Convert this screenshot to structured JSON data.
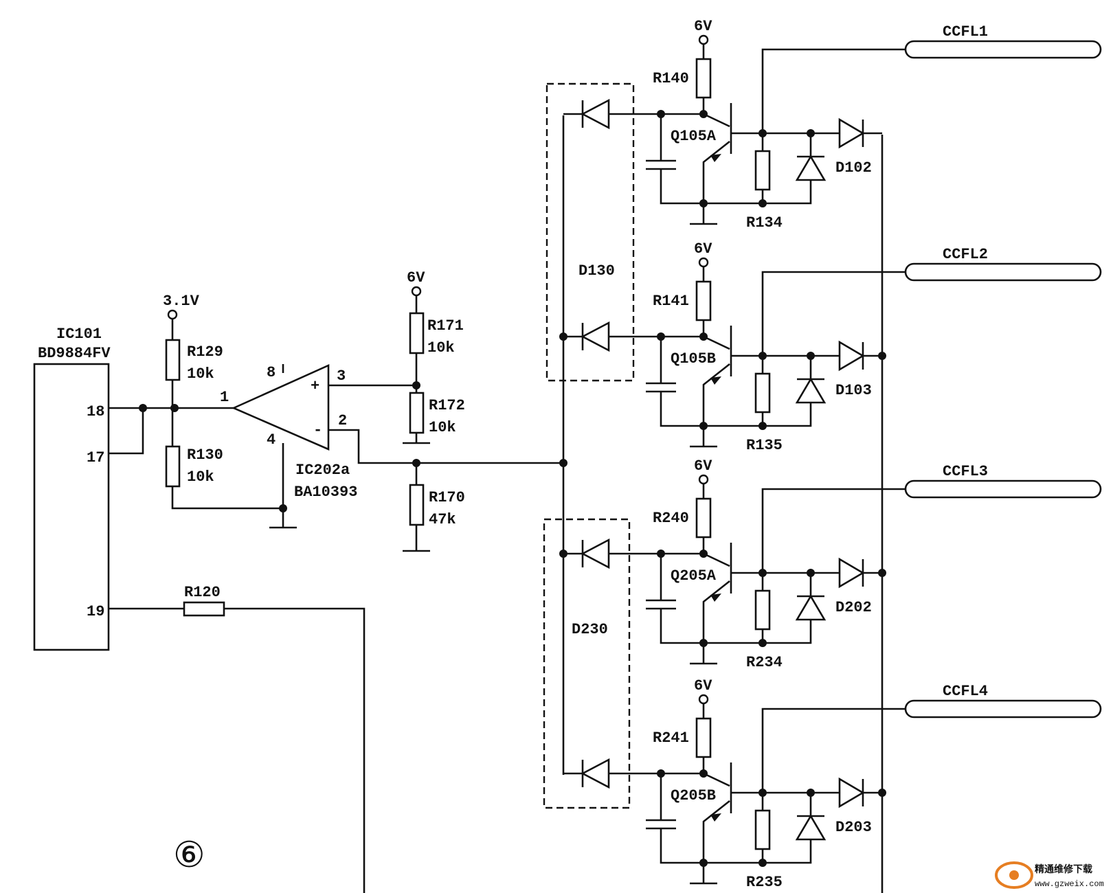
{
  "ic101": {
    "name": "IC101",
    "part": "BD9884FV",
    "pins": [
      "18",
      "17",
      "19"
    ]
  },
  "supply": {
    "v31": "3.1V",
    "v6": "6V"
  },
  "resistors": {
    "r129": {
      "ref": "R129",
      "val": "10k"
    },
    "r130": {
      "ref": "R130",
      "val": "10k"
    },
    "r171": {
      "ref": "R171",
      "val": "10k"
    },
    "r172": {
      "ref": "R172",
      "val": "10k"
    },
    "r170": {
      "ref": "R170",
      "val": "47k"
    },
    "r120": {
      "ref": "R120"
    },
    "r140": "R140",
    "r141": "R141",
    "r240": "R240",
    "r241": "R241",
    "r134": "R134",
    "r135": "R135",
    "r234": "R234",
    "r235": "R235"
  },
  "opamp": {
    "name": "IC202a",
    "part": "BA10393",
    "pin1": "1",
    "pin2": "2",
    "pin3": "3",
    "pin4": "4",
    "pin8": "8",
    "plus": "+",
    "minus": "-"
  },
  "diode_arrays": {
    "upper": "D130",
    "lower": "D230"
  },
  "transistors": {
    "q1": "Q105A",
    "q2": "Q105B",
    "q3": "Q205A",
    "q4": "Q205B"
  },
  "diodes": {
    "d1": "D102",
    "d2": "D103",
    "d3": "D202",
    "d4": "D203"
  },
  "lamps": [
    "CCFL1",
    "CCFL2",
    "CCFL3",
    "CCFL4"
  ],
  "figure_number": "⑥",
  "watermark": {
    "text": "精通维修下载",
    "url": "www.gzweix.com"
  }
}
